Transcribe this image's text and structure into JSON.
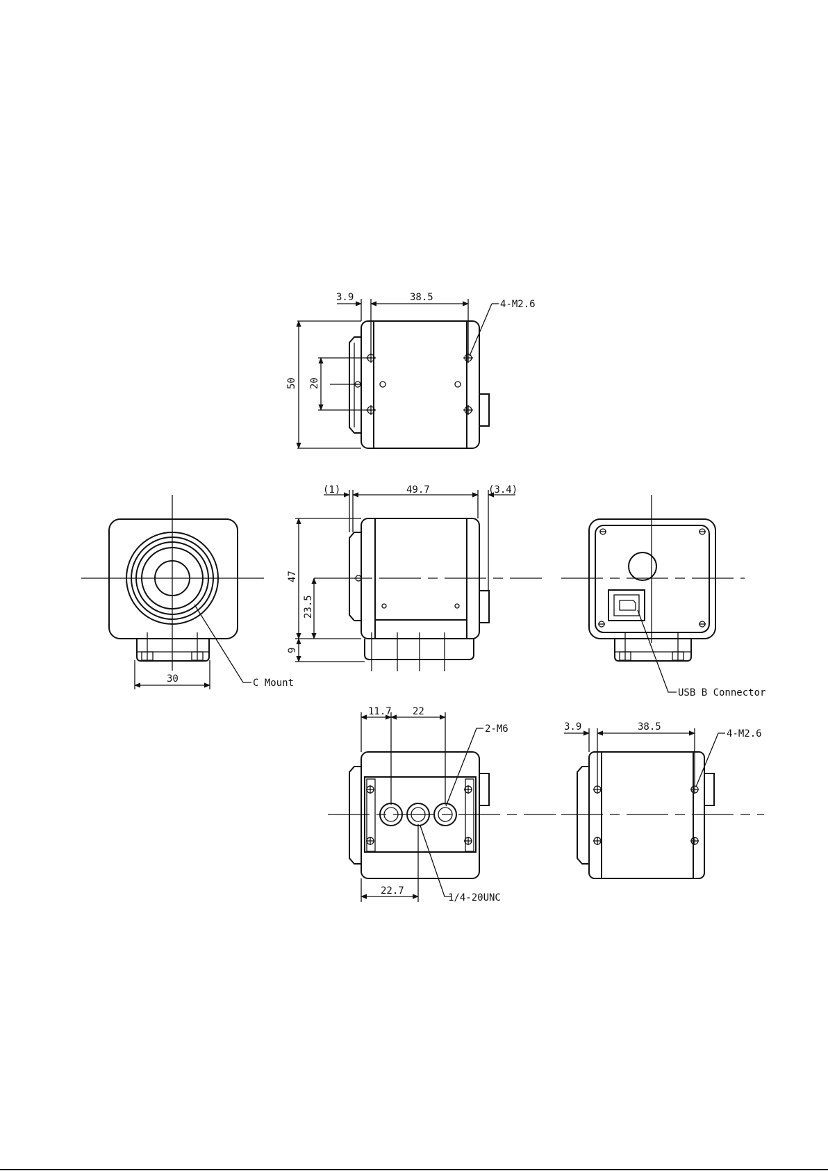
{
  "views": {
    "top": {
      "dim_flange": "3.9",
      "dim_body": "38.5",
      "dim_height": "50",
      "dim_holes": "20",
      "screw_note": "4-M2.6"
    },
    "side": {
      "dim_flange": "(1)",
      "dim_body": "49.7",
      "dim_rear": "(3.4)",
      "dim_height": "47",
      "dim_axis": "23.5",
      "dim_base": "9"
    },
    "front": {
      "dim_width": "30",
      "mount_note": "C Mount"
    },
    "rear": {
      "connector_note": "USB B Connector"
    },
    "bottom": {
      "dim_offset": "11.7",
      "dim_pitch": "22",
      "dim_center": "22.7",
      "hole_note": "2-M6",
      "tripod_note": "1/4-20UNC"
    },
    "side2": {
      "dim_flange": "3.9",
      "dim_body": "38.5",
      "screw_note": "4-M2.6"
    }
  },
  "colors": {
    "line": "#111111",
    "background": "#ffffff"
  }
}
